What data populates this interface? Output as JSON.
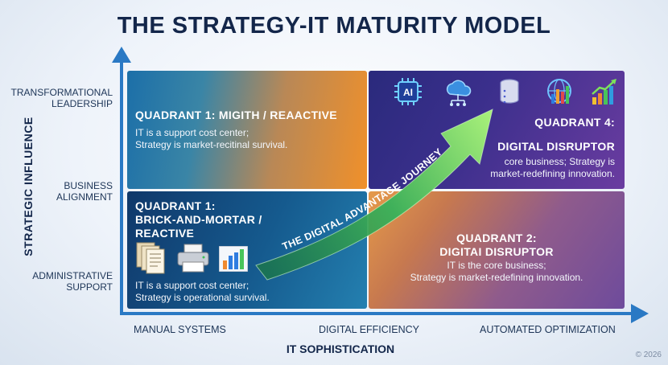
{
  "title": "THE STRATEGY-IT MATURITY MODEL",
  "y_axis": {
    "title": "STRATEGIC INFLUENCE",
    "levels": [
      "TRANSFORMATIONAL LEADERSHIP",
      "BUSINESS ALIGNMENT",
      "ADMINISTRATIVE SUPPORT"
    ],
    "levels_lines": [
      [
        "TRANSFORMATIONAL",
        "LEADERSHIP"
      ],
      [
        "BUSINESS",
        "ALIGNMENT"
      ],
      [
        "ADMINISTRATIVE",
        "SUPPORT"
      ]
    ]
  },
  "x_axis": {
    "title": "IT SOPHISTICATION",
    "levels": [
      "MANUAL SYSTEMS",
      "DIGITAL EFFICIENCY",
      "AUTOMATED OPTIMIZATION"
    ]
  },
  "quadrants": {
    "top_left": {
      "heading": "QUADRANT 1: MIGITH / REAACTIVE",
      "body": [
        "IT is a support cost center;",
        "Strategy is market-recitinal survival."
      ]
    },
    "top_right": {
      "heading": [
        "QUADRANT 4:",
        "DIGITAL DISRUPTOR"
      ],
      "body": [
        "core business; Strategy is",
        "market-redefining innovation."
      ],
      "icons": [
        "ai-chip-icon",
        "cloud-network-icon",
        "database-icon",
        "globe-bar-chart-icon",
        "growth-chart-icon"
      ],
      "ai_label": "AI"
    },
    "bottom_left": {
      "heading": [
        "QUADRANT 1:",
        "BRICK-AND-MORTAR /",
        "REACTIVE"
      ],
      "body": [
        "IT is a support cost center;",
        "Strategy is operational survival."
      ],
      "icons": [
        "documents-icon",
        "printer-icon",
        "bar-chart-icon"
      ]
    },
    "bottom_right": {
      "heading": [
        "QUADRANT 2:",
        "DIGITAI DISRUPTOR"
      ],
      "body": [
        "IT is the core business;",
        "Strategy is market-redefining innovation."
      ]
    }
  },
  "journey_label": "THE DIGITAL ADVANTAGE JOURNEY",
  "copyright": "© 2026",
  "colors": {
    "axis": "#2a79c4",
    "title": "#13264a",
    "arrow_start": "#2f8a4a",
    "arrow_end": "#9be36a"
  }
}
